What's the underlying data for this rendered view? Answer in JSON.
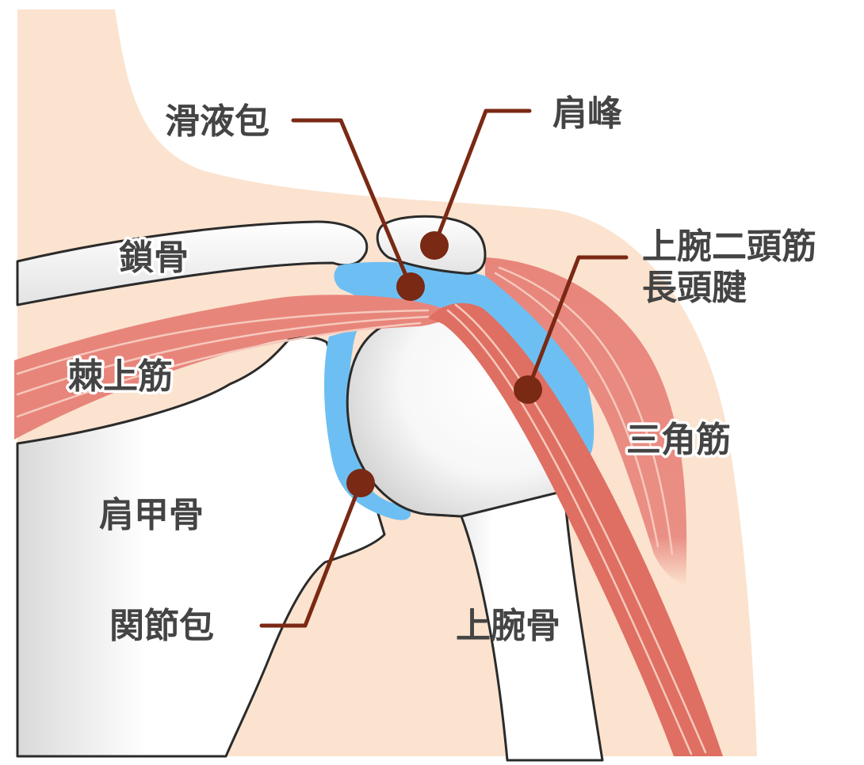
{
  "labels": {
    "bursa": "滑液包",
    "acromion": "肩峰",
    "clavicle": "鎖骨",
    "biceps_line1": "上腕二頭筋",
    "biceps_line2": "長頭腱",
    "supraspinatus": "棘上筋",
    "deltoid": "三角筋",
    "scapula": "肩甲骨",
    "joint_capsule": "関節包",
    "humerus": "上腕骨"
  },
  "colors": {
    "skin": "#fbe3cf",
    "bone": "#ffffff",
    "bone_shade": "#e2e2e2",
    "muscle": "#e8857b",
    "muscle_dark": "#df6f62",
    "muscle_fiber": "#f6c9bd",
    "bursa_blue": "#6dbff3",
    "leader": "#7a2914",
    "label_text": "#444444",
    "outline": "#2b2b2b"
  }
}
